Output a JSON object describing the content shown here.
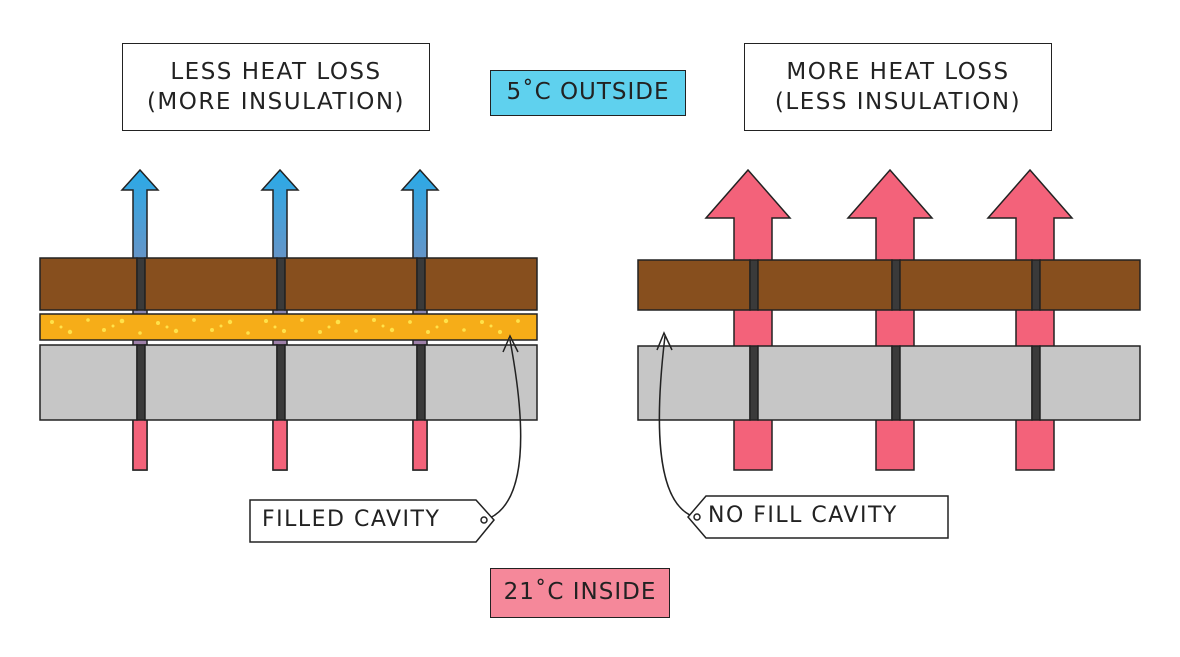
{
  "labels": {
    "left_line1": "LESS HEAT LOSS",
    "left_line2": "(MORE INSULATION)",
    "right_line1": "MORE HEAT LOSS",
    "right_line2": "(LESS INSULATION)",
    "outside_temp": "5˚C OUTSIDE",
    "inside_temp": "21˚C INSIDE",
    "filled_cavity": "FILLED CAVITY",
    "no_fill_cavity": "NO FILL CAVITY"
  },
  "colors": {
    "outer_brick": "#874f1e",
    "inner_block": "#c6c6c6",
    "insulation": "#f6ad18",
    "insulation_dots": "#ffe24a",
    "heat_arrow": "#f3627a",
    "cool_arrow": "#2aaae8",
    "outside_bg": "#5fd1ee",
    "inside_bg": "#f5889a",
    "mortar": "#3a3a3a"
  },
  "icons": {
    "small_heat_arrow": "arrow-up-icon",
    "large_heat_arrow": "arrow-up-icon"
  }
}
